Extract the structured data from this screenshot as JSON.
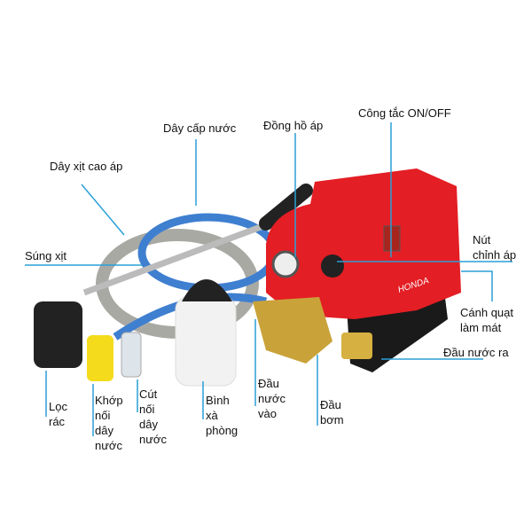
{
  "colors": {
    "leader": "#2a9fd6",
    "body": "#e31e24",
    "brass": "#c9a33a"
  },
  "brand": "HONDA",
  "labels": {
    "on_off": [
      "Công tắc ON/OFF"
    ],
    "gauge": [
      "Đồng hồ áp"
    ],
    "supply_hose": [
      "Dây cấp nước"
    ],
    "hp_hose": [
      "Dây xịt cao áp"
    ],
    "gun": [
      "Súng xịt"
    ],
    "knob": [
      "Nút",
      "chỉnh áp"
    ],
    "fan": [
      "Cánh quạt",
      "làm mát"
    ],
    "outlet": [
      "Đầu nước ra"
    ],
    "filter": [
      "Lọc",
      "rác"
    ],
    "coupler": [
      "Khớp",
      "nối",
      "dây",
      "nước"
    ],
    "connector": [
      "Cút",
      "nối",
      "dây",
      "nước"
    ],
    "soap": [
      "Bình",
      "xà",
      "phòng"
    ],
    "inlet": [
      "Đầu",
      "nước",
      "vào"
    ],
    "pump_head": [
      "Đầu",
      "bơm"
    ]
  }
}
